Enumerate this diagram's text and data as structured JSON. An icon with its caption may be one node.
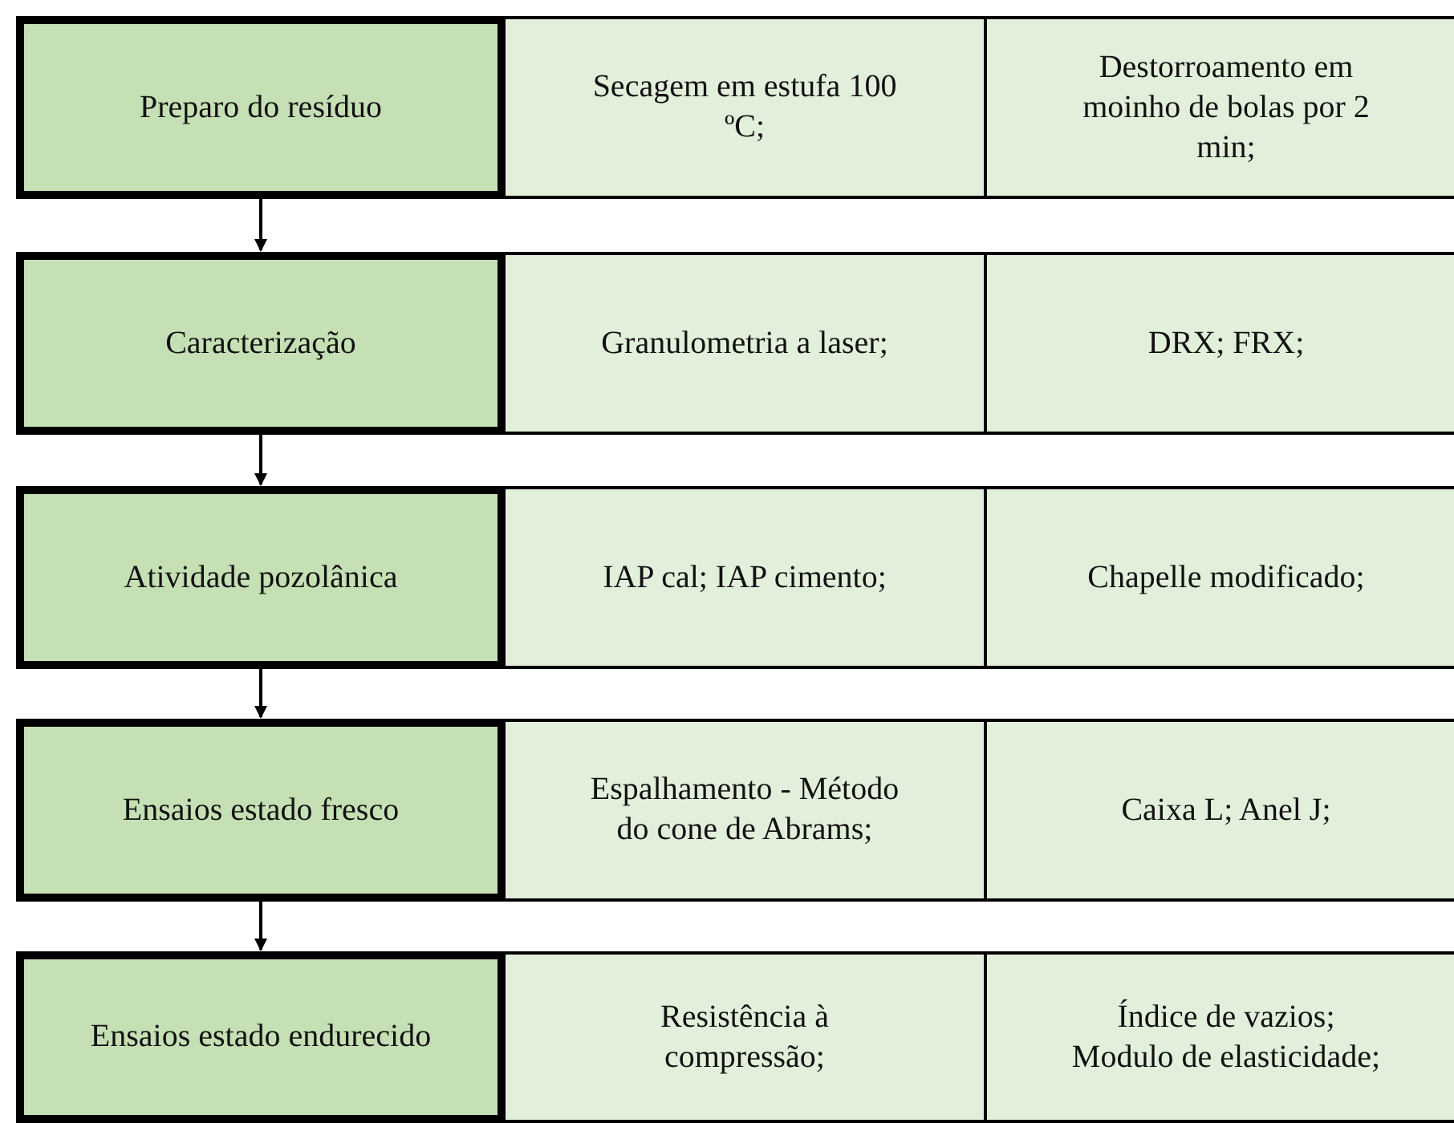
{
  "diagram": {
    "nodes": [
      {
        "text": [
          "Preparo do resíduo"
        ]
      },
      {
        "text": [
          "Secagem em estufa 100 ºC;"
        ]
      },
      {
        "text": [
          "Destorroamento em moinho de bolas por 2 min;"
        ]
      },
      {
        "text": [
          "Caracterização"
        ]
      },
      {
        "text": [
          "Granulometria a laser;"
        ]
      },
      {
        "text": [
          "DRX; FRX;"
        ]
      },
      {
        "text": [
          "Atividade pozolânica"
        ]
      },
      {
        "text": [
          "IAP cal; IAP cimento;"
        ]
      },
      {
        "text": [
          "Chapelle modificado;"
        ]
      },
      {
        "text": [
          "Ensaios estado fresco"
        ]
      },
      {
        "text": [
          "Espalhamento - Método do cone de Abrams;"
        ]
      },
      {
        "text": [
          "Caixa L; Anel J;"
        ]
      },
      {
        "text": [
          "Ensaios estado endurecido"
        ]
      },
      {
        "text": [
          "Resistência à compressão;"
        ]
      },
      {
        "text": [
          "Índice de vazios; Modulo de elasticidade;"
        ]
      }
    ],
    "edges": [
      {
        "from": 0,
        "to": 3,
        "arrow": "to"
      },
      {
        "from": 3,
        "to": 6,
        "arrow": "to"
      },
      {
        "from": 6,
        "to": 9,
        "arrow": "to"
      },
      {
        "from": 9,
        "to": 12,
        "arrow": "to"
      }
    ]
  }
}
